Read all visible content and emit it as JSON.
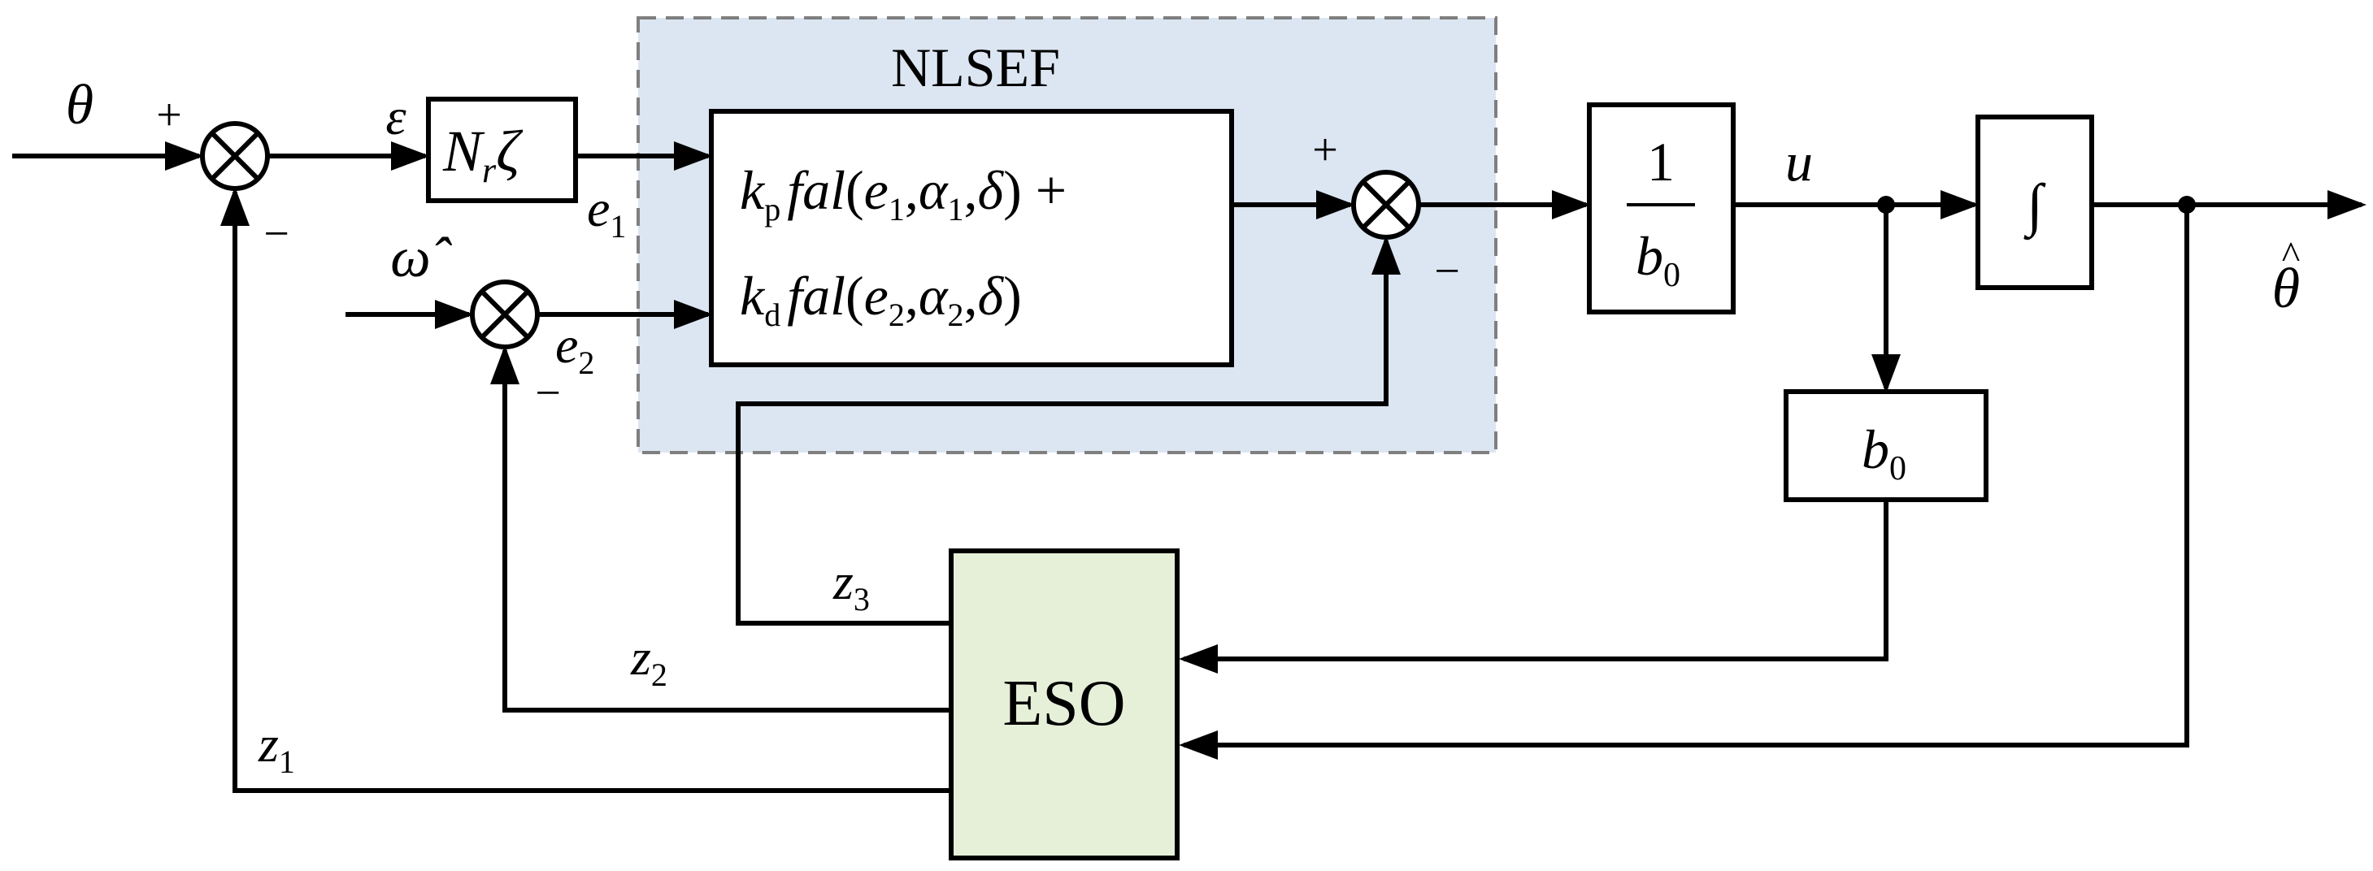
{
  "nlsef": {
    "title": "NLSEF",
    "bg": "#dce6f2",
    "border": "#7f7f7f"
  },
  "eso": {
    "label": "ESO",
    "bg": "#e6f0d9"
  },
  "gain_block": {
    "N": "N",
    "r": "r",
    "zeta": "ζ"
  },
  "inverse_block": {
    "num": "1",
    "den": "b",
    "den_sub": "0"
  },
  "b0_block": {
    "b": "b",
    "sub": "0"
  },
  "integrator_block": {
    "symbol": "∫"
  },
  "control_law": {
    "line1": {
      "k": "k",
      "k_sub": "p",
      "fal": "fal",
      "open": "(",
      "e": "e",
      "e_sub": "1",
      "comma1": ",",
      "alpha": "α",
      "alpha_sub": "1",
      "comma2": ",",
      "delta": "δ",
      "close": ")",
      "tail": " +"
    },
    "line2": {
      "k": "k",
      "k_sub": "d",
      "fal": "fal",
      "open": "(",
      "e": "e",
      "e_sub": "2",
      "comma1": ",",
      "alpha": "α",
      "alpha_sub": "2",
      "comma2": ",",
      "delta": "δ",
      "close": ")"
    }
  },
  "signals": {
    "theta_in": "θ",
    "theta_out": "θ",
    "hat": "^",
    "omega_hat": "ω̂",
    "epsilon": "ε",
    "e": "e",
    "e1_sub": "1",
    "e2_sub": "2",
    "u": "u",
    "z": "z",
    "z1_sub": "1",
    "z2_sub": "2",
    "z3_sub": "3"
  },
  "signs": {
    "plus": "+",
    "minus": "−"
  }
}
